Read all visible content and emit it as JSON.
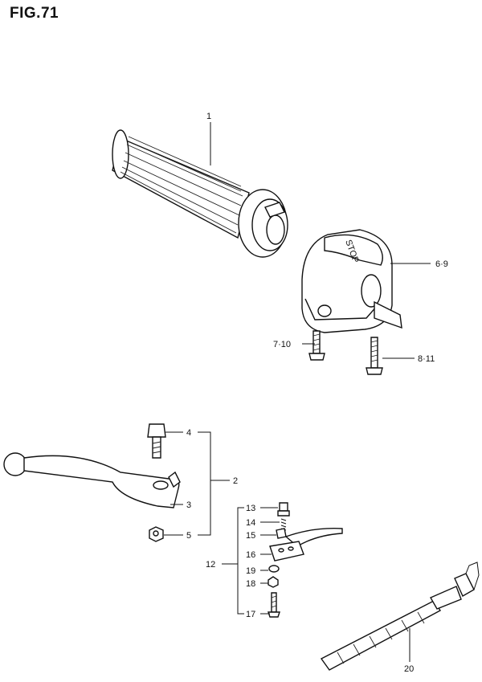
{
  "figure": {
    "title": "FIG.71"
  },
  "switch": {
    "stop_text": "STOP"
  },
  "callouts": [
    {
      "id": "c1",
      "text": "1"
    },
    {
      "id": "c2",
      "text": "6·9"
    },
    {
      "id": "c3",
      "text": "7·10"
    },
    {
      "id": "c4",
      "text": "8·11"
    },
    {
      "id": "c5",
      "text": "4"
    },
    {
      "id": "c6",
      "text": "2"
    },
    {
      "id": "c7",
      "text": "3"
    },
    {
      "id": "c8",
      "text": "5"
    },
    {
      "id": "c9",
      "text": "13"
    },
    {
      "id": "c10",
      "text": "14"
    },
    {
      "id": "c11",
      "text": "15"
    },
    {
      "id": "c12",
      "text": "16"
    },
    {
      "id": "c13",
      "text": "12"
    },
    {
      "id": "c14",
      "text": "19"
    },
    {
      "id": "c15",
      "text": "18"
    },
    {
      "id": "c16",
      "text": "17"
    },
    {
      "id": "c17",
      "text": "20"
    }
  ]
}
